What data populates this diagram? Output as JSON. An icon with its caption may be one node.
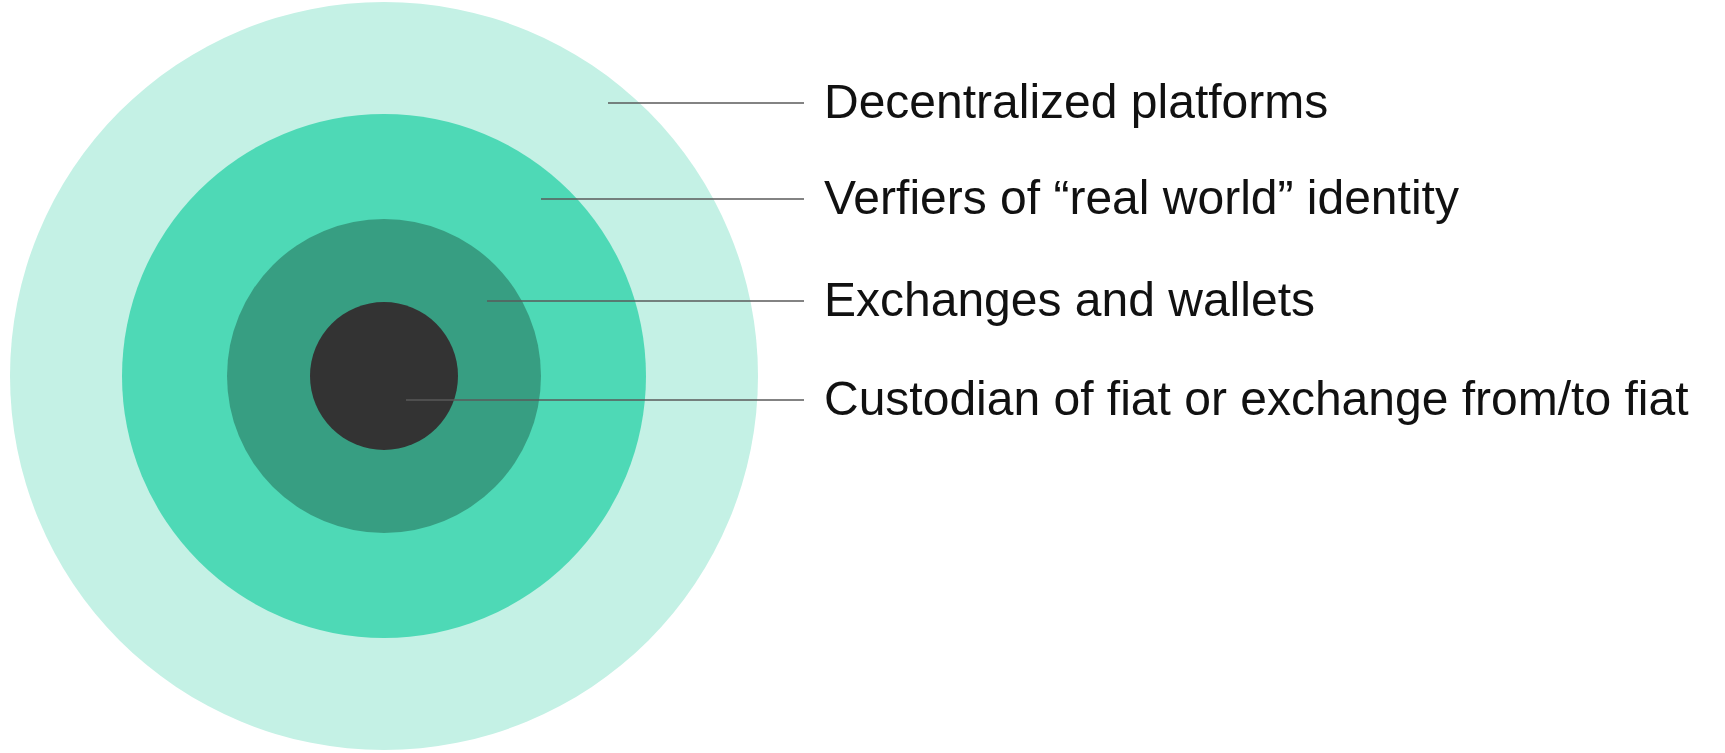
{
  "diagram": {
    "nodes": [
      {
        "text": [],
        "shape": "circle"
      },
      {
        "text": [],
        "shape": "circle",
        "in": 0
      },
      {
        "text": [],
        "shape": "circle",
        "in": 1
      },
      {
        "text": [],
        "shape": "circle",
        "in": 2
      },
      {
        "text": [
          "Decentralized platforms"
        ]
      },
      {
        "text": [
          "Verfiers of “real world” identity"
        ]
      },
      {
        "text": [
          "Exchanges and wallets"
        ]
      },
      {
        "text": [
          "Custodian of fiat or exchange from/to fiat"
        ]
      }
    ],
    "edges": [
      {
        "from": 4,
        "to": 0,
        "arrow": "none"
      },
      {
        "from": 5,
        "to": 1,
        "arrow": "none"
      },
      {
        "from": 6,
        "to": 2,
        "arrow": "none"
      },
      {
        "from": 7,
        "to": 3,
        "arrow": "none"
      }
    ]
  }
}
